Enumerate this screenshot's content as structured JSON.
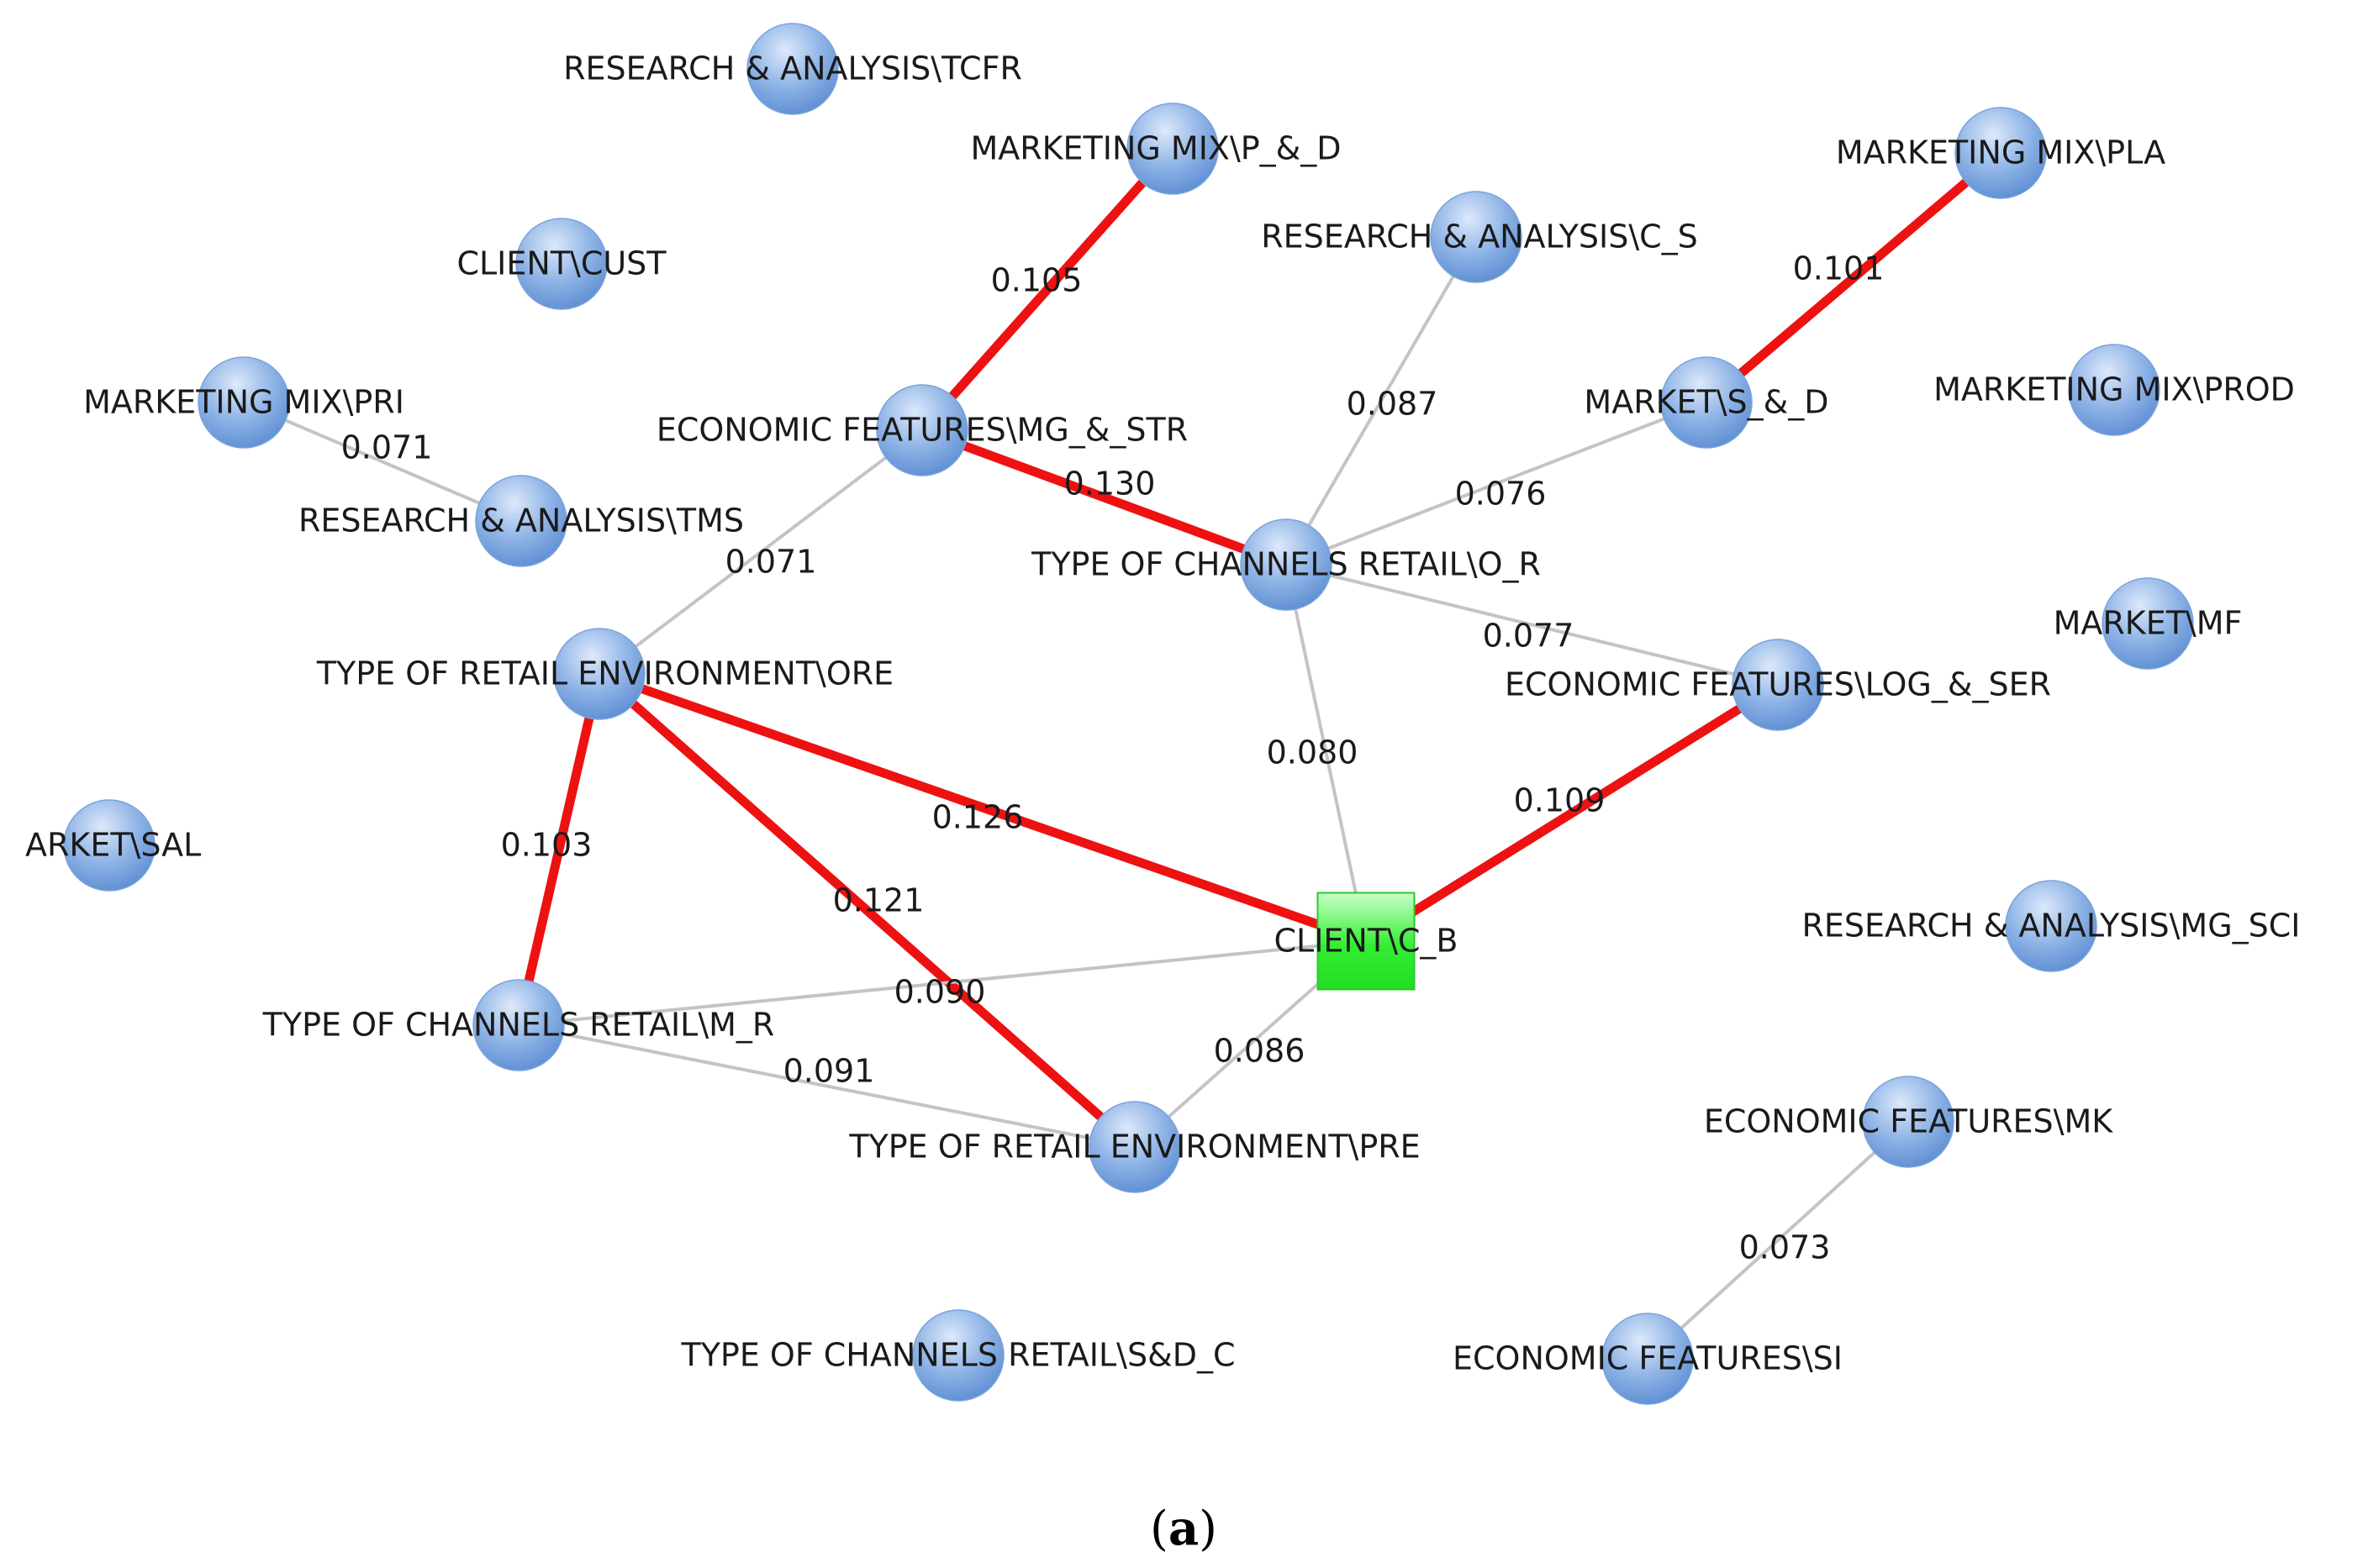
{
  "colors": {
    "node_fill": "#8fb4e6",
    "node_fill_light": "#dde9fb",
    "node_fill_dark": "#5f8fd3",
    "central_fill": "#33ee33",
    "central_fill_light": "#c9ffc9",
    "edge_strong": "#ee1111",
    "edge_weak": "#c4c4c4"
  },
  "nodes": [
    {
      "id": "tcfr",
      "label": "RESEARCH & ANALYSIS\\TCFR",
      "shape": "circle"
    },
    {
      "id": "pd",
      "label": "MARKETING MIX\\P_&_D",
      "shape": "circle"
    },
    {
      "id": "pla",
      "label": "MARKETING MIX\\PLA",
      "shape": "circle"
    },
    {
      "id": "cs",
      "label": "RESEARCH & ANALYSIS\\C_S",
      "shape": "circle"
    },
    {
      "id": "cust",
      "label": "CLIENT\\CUST",
      "shape": "circle"
    },
    {
      "id": "pri",
      "label": "MARKETING MIX\\PRI",
      "shape": "circle"
    },
    {
      "id": "mgstr",
      "label": "ECONOMIC FEATURES\\MG_&_STR",
      "shape": "circle"
    },
    {
      "id": "sd",
      "label": "MARKET\\S_&_D",
      "shape": "circle"
    },
    {
      "id": "prod",
      "label": "MARKETING MIX\\PROD",
      "shape": "circle"
    },
    {
      "id": "tms",
      "label": "RESEARCH & ANALYSIS\\TMS",
      "shape": "circle"
    },
    {
      "id": "or",
      "label": "TYPE OF CHANNELS RETAIL\\O_R",
      "shape": "circle"
    },
    {
      "id": "mf",
      "label": "MARKET\\MF",
      "shape": "circle"
    },
    {
      "id": "ore",
      "label": "TYPE OF RETAIL ENVIRONMENT\\ORE",
      "shape": "circle"
    },
    {
      "id": "logser",
      "label": "ECONOMIC FEATURES\\LOG_&_SER",
      "shape": "circle"
    },
    {
      "id": "sal",
      "label": "ARKET\\SAL",
      "shape": "circle"
    },
    {
      "id": "cb",
      "label": "CLIENT\\C_B",
      "shape": "square"
    },
    {
      "id": "mgsci",
      "label": "RESEARCH & ANALYSIS\\MG_SCI",
      "shape": "circle"
    },
    {
      "id": "mr",
      "label": "TYPE OF CHANNELS RETAIL\\M_R",
      "shape": "circle"
    },
    {
      "id": "mk",
      "label": "ECONOMIC FEATURES\\MK",
      "shape": "circle"
    },
    {
      "id": "pre",
      "label": "TYPE OF RETAIL ENVIRONMENT\\PRE",
      "shape": "circle"
    },
    {
      "id": "sdc",
      "label": "TYPE OF CHANNELS RETAIL\\S&D_C",
      "shape": "circle"
    },
    {
      "id": "si",
      "label": "ECONOMIC FEATURES\\SI",
      "shape": "circle"
    }
  ],
  "edges": [
    {
      "from": "pd",
      "to": "mgstr",
      "weight": "0.105",
      "strength": "strong"
    },
    {
      "from": "pla",
      "to": "sd",
      "weight": "0.101",
      "strength": "strong"
    },
    {
      "from": "mgstr",
      "to": "or",
      "weight": "0.130",
      "strength": "strong"
    },
    {
      "from": "ore",
      "to": "cb",
      "weight": "0.126",
      "strength": "strong"
    },
    {
      "from": "ore",
      "to": "pre",
      "weight": "0.121",
      "strength": "strong"
    },
    {
      "from": "ore",
      "to": "mr",
      "weight": "0.103",
      "strength": "strong"
    },
    {
      "from": "cb",
      "to": "logser",
      "weight": "0.109",
      "strength": "strong"
    },
    {
      "from": "pri",
      "to": "tms",
      "weight": "0.071",
      "strength": "weak"
    },
    {
      "from": "mgstr",
      "to": "ore",
      "weight": "0.071",
      "strength": "weak"
    },
    {
      "from": "cs",
      "to": "or",
      "weight": "0.087",
      "strength": "weak"
    },
    {
      "from": "sd",
      "to": "or",
      "weight": "0.076",
      "strength": "weak"
    },
    {
      "from": "or",
      "to": "logser",
      "weight": "0.077",
      "strength": "weak"
    },
    {
      "from": "or",
      "to": "cb",
      "weight": "0.080",
      "strength": "weak"
    },
    {
      "from": "mr",
      "to": "cb",
      "weight": "0.090",
      "strength": "weak"
    },
    {
      "from": "mr",
      "to": "pre",
      "weight": "0.091",
      "strength": "weak"
    },
    {
      "from": "pre",
      "to": "cb",
      "weight": "0.086",
      "strength": "weak"
    },
    {
      "from": "mk",
      "to": "si",
      "weight": "0.073",
      "strength": "weak"
    }
  ],
  "caption": {
    "open": "(",
    "letter": "a",
    "close": ")"
  }
}
